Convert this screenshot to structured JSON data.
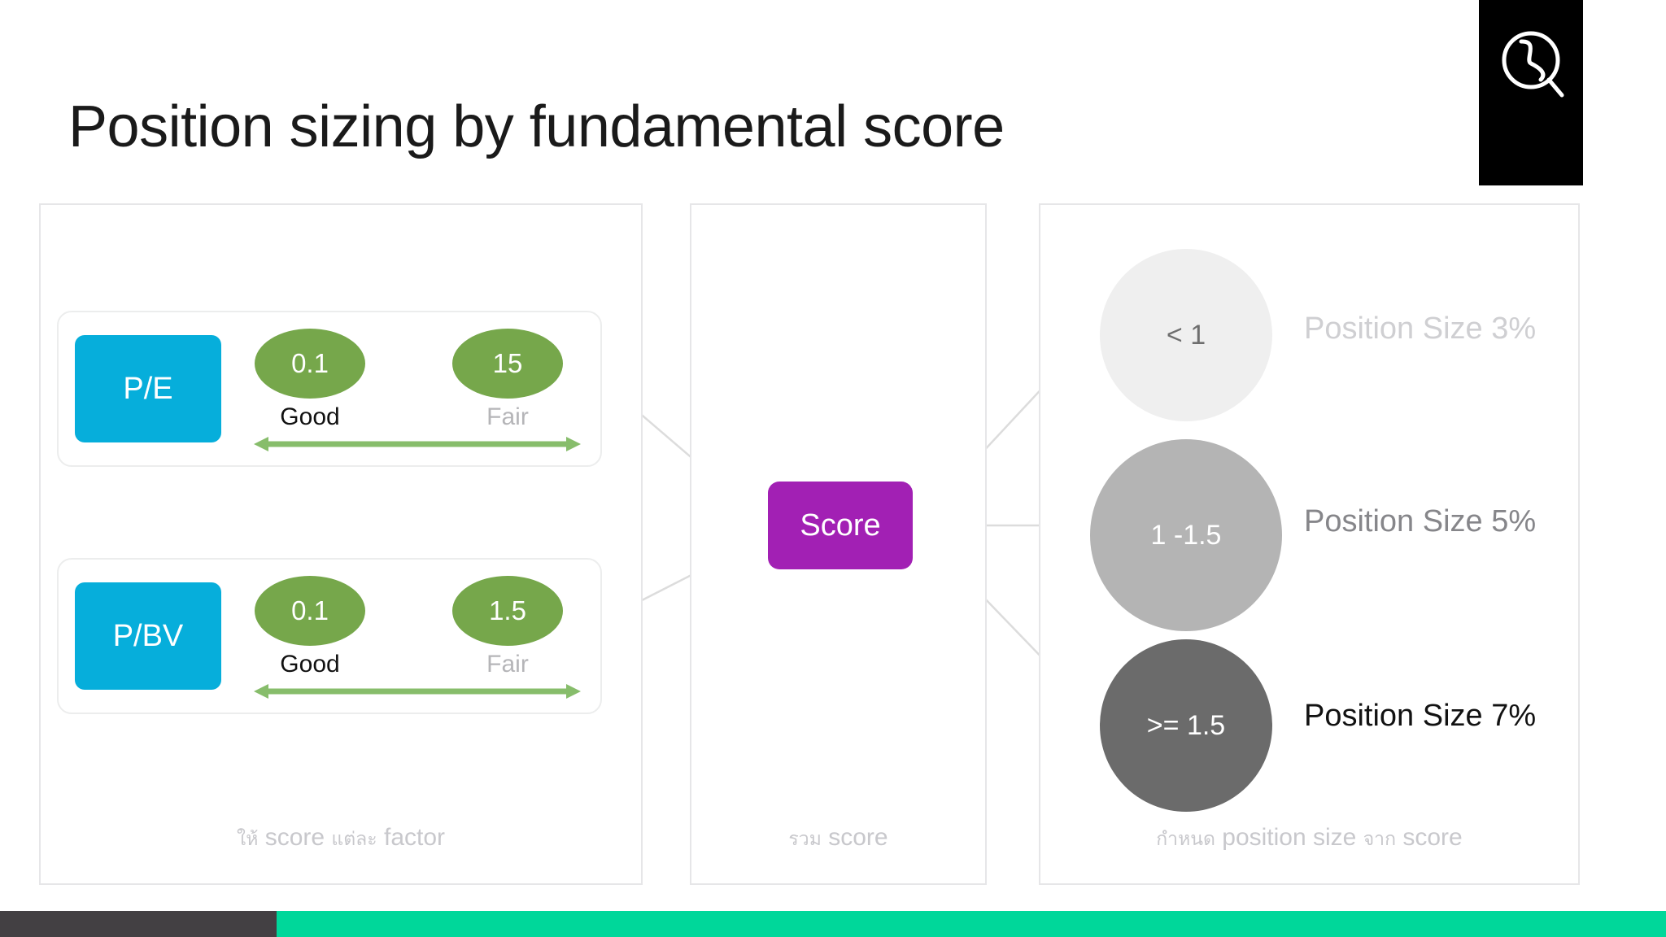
{
  "slide": {
    "title": "Position sizing by fundamental score"
  },
  "logo": {
    "icon": "magnifier-s-logo-icon",
    "background": "#000000",
    "stroke": "#ffffff"
  },
  "colors": {
    "factor_chip": "#06AEDB",
    "bubble_green": "#76A74B",
    "score_purple": "#A220B4",
    "bar_dark": "#434043",
    "bar_teal": "#00D79A",
    "panel_border": "#e6e6e8",
    "connector": "#d8d8d8"
  },
  "panels": [
    {
      "id": "scoring",
      "caption_prefix": "ให้",
      "caption_mid": "score",
      "caption_suffix": "แต่ละ",
      "caption_end": "factor",
      "caption_full": "ให้ score แต่ละ factor"
    },
    {
      "id": "aggregate",
      "caption_prefix": "รวม",
      "caption_mid": "score",
      "caption_full": "รวม score"
    },
    {
      "id": "sizing",
      "caption_prefix": "กำหนด",
      "caption_mid": "position size",
      "caption_suffix": "จาก",
      "caption_end": "score",
      "caption_full": "กำหนด position size จาก score"
    }
  ],
  "factors": [
    {
      "name": "P/E",
      "low": {
        "value": "0.1",
        "label": "Good"
      },
      "high": {
        "value": "15",
        "label": "Fair"
      }
    },
    {
      "name": "P/BV",
      "low": {
        "value": "0.1",
        "label": "Good"
      },
      "high": {
        "value": "1.5",
        "label": "Fair"
      }
    }
  ],
  "score": {
    "label": "Score"
  },
  "buckets": [
    {
      "range": "< 1",
      "position_size": "Position Size 3%",
      "fill": "#EFEFEF",
      "text_color": "#6e6e6e",
      "label_color": "#cfcfd2"
    },
    {
      "range": "1 -1.5",
      "position_size": "Position Size 5%",
      "fill": "#B4B4B4",
      "text_color": "#ffffff",
      "label_color": "#86868a"
    },
    {
      "range": ">= 1.5",
      "position_size": "Position Size 7%",
      "fill": "#6B6B6B",
      "text_color": "#ffffff",
      "label_color": "#121212"
    }
  ]
}
